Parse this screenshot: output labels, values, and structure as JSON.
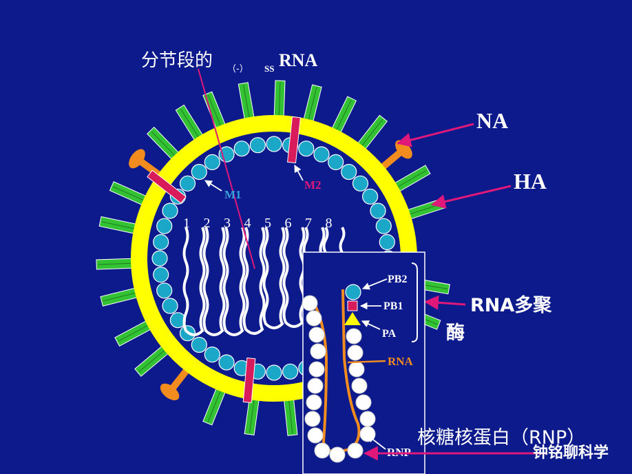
{
  "title": {
    "main": "分节段的",
    "sub1": "（-）",
    "sub2": "SS",
    "tail": "RNA"
  },
  "labels": {
    "na": "NA",
    "ha": "HA",
    "m1": "M1",
    "m2": "M2",
    "rna_poly_line1": "RNA多聚",
    "rna_poly_line2": "酶",
    "pb2": "PB2",
    "pb1": "PB1",
    "pa": "PA",
    "rna": "RNA",
    "rnp_inset": "RNP",
    "rnp_caption": "核糖核蛋白（RNP）"
  },
  "segments": [
    "1",
    "2",
    "3",
    "4",
    "5",
    "6",
    "7",
    "8"
  ],
  "watermark": "钟铭聊科学",
  "colors": {
    "background": "#0c1a8c",
    "envelope": "#ffff00",
    "m1_bead": "#1aa7c8",
    "ha_spike": "#33c233",
    "na_spike": "#f28c1e",
    "m2_channel": "#d81b5a",
    "arrow": "#e0187a",
    "m1_label": "#3aa0d8",
    "m2_label": "#e0187a",
    "rna_strand": "#f28c1e"
  }
}
